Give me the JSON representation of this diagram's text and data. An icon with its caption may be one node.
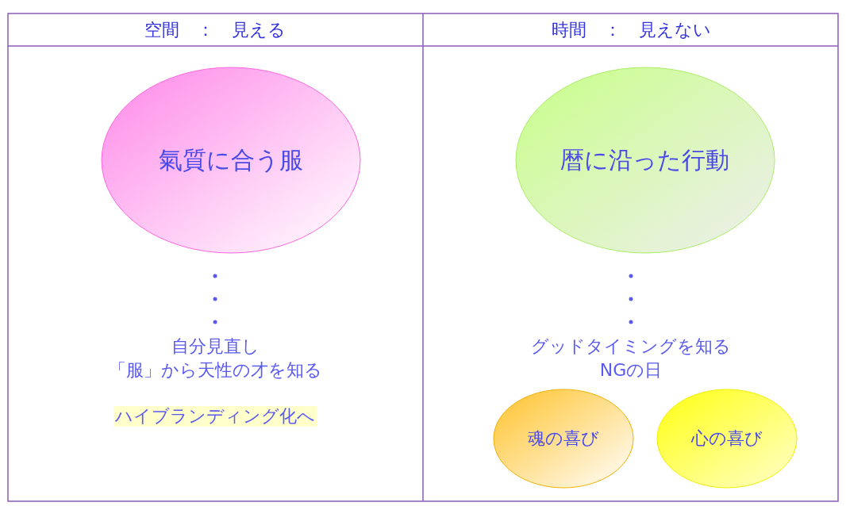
{
  "diagram": {
    "nodes": [
      {
        "text": [
          "氣質に合う服"
        ]
      },
      {
        "text": [
          "暦に沿った行動"
        ]
      },
      {
        "text": [
          "魂の喜び"
        ]
      },
      {
        "text": [
          "心の喜び"
        ]
      }
    ],
    "labels": [
      "空間　：　見える",
      "時間　：　見えない",
      "自分見直し",
      "「服」から天性の才を知る",
      "ハイブランディング化へ",
      "グッドタイミングを知る",
      "NGの日"
    ]
  }
}
